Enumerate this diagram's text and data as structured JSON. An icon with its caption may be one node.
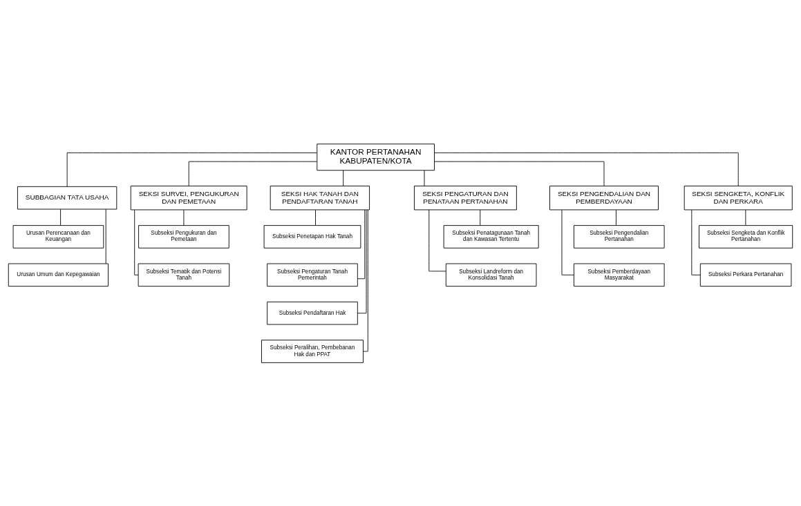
{
  "diagram": {
    "nodes": [
      {
        "text": [
          "KANTOR PERTANAHAN KABUPATEN/KOTA"
        ]
      },
      {
        "text": [
          "SUBBAGIAN TATA USAHA"
        ]
      },
      {
        "text": [
          "Urusan Perencanaan dan Keuangan"
        ]
      },
      {
        "text": [
          "Urusan Umum dan Kepegawaian"
        ]
      },
      {
        "text": [
          "SEKSI SURVEI, PENGUKURAN DAN PEMETAAN"
        ]
      },
      {
        "text": [
          "Subseksi Pengukuran dan Pemetaan"
        ]
      },
      {
        "text": [
          "Subseksi Tematik dan Potensi Tanah"
        ]
      },
      {
        "text": [
          "SEKSI HAK TANAH DAN PENDAFTARAN TANAH"
        ]
      },
      {
        "text": [
          "Subseksi Penetapan Hak Tanah"
        ]
      },
      {
        "text": [
          "Subseksi Pengaturan Tanah Pemerintah"
        ]
      },
      {
        "text": [
          "Subseksi Pendaftaran Hak"
        ]
      },
      {
        "text": [
          "Subseksi Peralihan, Pembebanan Hak dan PPAT"
        ]
      },
      {
        "text": [
          "SEKSI PENGATURAN DAN PENATAAN PERTANAHAN"
        ]
      },
      {
        "text": [
          "Subseksi Penatagunaan Tanah dan Kawasan Tertentu"
        ]
      },
      {
        "text": [
          "Subseksi Landreform dan Konsolidasi Tanah"
        ]
      },
      {
        "text": [
          "SEKSI PENGENDALIAN DAN PEMBERDAYAAN"
        ]
      },
      {
        "text": [
          "Subseksi Pengendalian Pertanahan"
        ]
      },
      {
        "text": [
          "Subseksi Pemberdayaan Masyarakat"
        ]
      },
      {
        "text": [
          "SEKSI SENGKETA, KONFLIK DAN PERKARA"
        ]
      },
      {
        "text": [
          "Subseksi Sengketa dan Konflik Pertanahan"
        ]
      },
      {
        "text": [
          "Subseksi Perkara Pertanahan"
        ]
      }
    ],
    "edges": [
      {
        "from": 0,
        "to": 1,
        "arrow": "none"
      },
      {
        "from": 1,
        "to": 2,
        "arrow": "none"
      },
      {
        "from": 1,
        "to": 3,
        "arrow": "none"
      },
      {
        "from": 0,
        "to": 4,
        "arrow": "none"
      },
      {
        "from": 0,
        "to": 7,
        "arrow": "none"
      },
      {
        "from": 0,
        "to": 12,
        "arrow": "none"
      },
      {
        "from": 0,
        "to": 15,
        "arrow": "none"
      },
      {
        "from": 0,
        "to": 18,
        "arrow": "none"
      },
      {
        "from": 4,
        "to": 5,
        "arrow": "none"
      },
      {
        "from": 4,
        "to": 6,
        "arrow": "none"
      },
      {
        "from": 7,
        "to": 8,
        "arrow": "none"
      },
      {
        "from": 7,
        "to": 9,
        "arrow": "none"
      },
      {
        "from": 7,
        "to": 10,
        "arrow": "none"
      },
      {
        "from": 7,
        "to": 11,
        "arrow": "none"
      },
      {
        "from": 12,
        "to": 13,
        "arrow": "none"
      },
      {
        "from": 12,
        "to": 14,
        "arrow": "none"
      },
      {
        "from": 15,
        "to": 16,
        "arrow": "none"
      },
      {
        "from": 15,
        "to": 17,
        "arrow": "none"
      },
      {
        "from": 18,
        "to": 19,
        "arrow": "none"
      },
      {
        "from": 18,
        "to": 20,
        "arrow": "none"
      }
    ]
  }
}
